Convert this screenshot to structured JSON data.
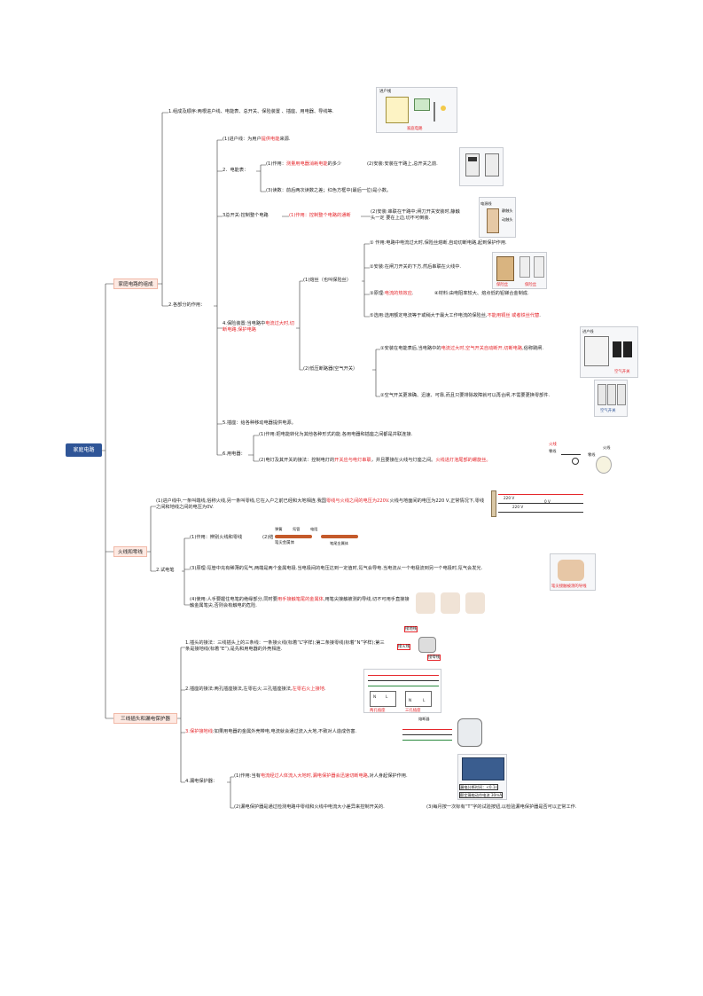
{
  "root": "家庭电路",
  "b1": {
    "title": "家庭电路的组成",
    "item1": "1.组成及顺序:两根进户线、电能表、总开关、保险装置 、插座、用电器、导线等.",
    "item2": "2.各部分的作用：",
    "p1": {
      "head": "(1)进户线：为用户",
      "red": "提供电能",
      "tail": "来源."
    },
    "p2": {
      "head": "2．电能表：",
      "a": {
        "head": "(1)作用：",
        "red": "测量用电器消耗电能",
        "tail": "的多少"
      },
      "b": "(2)安装:安装在干路上,总开关之前.",
      "c": "(3)读数：前后两次读数之差；红色方框中(最后一位)是小数。"
    },
    "p3": {
      "head": "3总开关:控制整个电路",
      "a": "(1)作用：控制整个电路的通断",
      "b": "(2)安装:串联在干路中;闸刀开关安装时,静触头一定 要在上边,切不可倒装."
    },
    "p4": {
      "head": "4.保险装置:当电路中",
      "head_red": "电流过大时,切断电路,保护电路",
      "fuse": {
        "label": "(1)熔丝（也叫保险丝）",
        "i1": "① 作用:电路中电流过大时,保险丝熔断,自动切断电路,起到保护作用.",
        "i2": "②安装:在闸刀开关的下方,然后串联在火线中.",
        "i3_head": "③原理:",
        "i3_red": "电流的热效应",
        "i3_tail": ".",
        "i4": "④材料:由电阻率较大、熔点低的铅锑合金制成.",
        "i5_head": "⑤选用:选用额定电流等于或稍大于最大工作电流的保险丝,",
        "i5_red": "不能用铜丝 或者铁丝代替",
        "i5_tail": "."
      },
      "breaker": {
        "label": "(2)低压断路器(空气开关）",
        "i1_head": "①安装在电能表后,当电路中的",
        "i1_red": "电流过大时,空气开关自动断开,切断电路",
        "i1_tail": ",俗称跳闸.",
        "i2": "②空气开关更准确、迅速、可靠,而且只要排除故障就可以再合闸,不需要更换零部件."
      }
    },
    "p5": "5.插座：给各种移动电器提供电源。",
    "p6": {
      "head": "6.用电器：",
      "a": "(1)作用:把电能转化为其他各种形式的能.各用电器和插座之间都是并联连接.",
      "b_head": "(2)电灯及其开关的接法：控制电灯的",
      "b_red1": "开关应与电灯串联",
      "b_mid": "，并且要接在火线与灯座之间。",
      "b_red2": "火线进灯泡尾部的螺旋丝。"
    }
  },
  "b2": {
    "title": "火线和零线",
    "item1_head": "(1)进户线中,一条叫端线,俗称火线,另一条叫零线,它在入户之前已经和大地相连.我国",
    "item1_red": "零线与火线之间的电压为220V",
    "item1_tail": ".火线与地面间的电压为220 V,正常情况下,零线之间和地线之间的电压为0V.",
    "pen": "2.试电笔",
    "pen1": "(1)作用：辨别火线和零线",
    "pen2": "(2)结构:",
    "pen3": "(3)原理:氖管中充有稀薄的氖气,两端是两个金属电极.当电极间的电压达到一定值时,氖气会导电.当电流从一个电极流到另一个电极时,氖气会发光.",
    "pen4_head": "(4)使用:人手要握住电笔的绝缘部分,同时要",
    "pen4_red": "用手接触笔尾的金属体",
    "pen4_tail": ",用笔尖接触被测的导线,切不可用手直接接触金属笔尖,否则会有触电的危险."
  },
  "b3": {
    "title": "三线插头和漏电保护器",
    "s1": "1.插头的接法：三线插头上的三条线：一条接火线(标着“L”字样);第二条接零线(标着“N”字样);第三条是接地线(标着“E”),是先和用电器的外壳相连.",
    "s2_head": "2.插座的接法:两孔插座接法,左零右火.三孔插座接法,",
    "s2_red": "左零右火上接地",
    "s2_tail": ".",
    "s3_red": "3.保护接地线",
    "s3_tail": ":如果用电器的金属外壳带电,电流就会通过流入大地,不致对人造成伤害.",
    "s4": "4.漏电保护器：",
    "s4a_head": "(1)作用:当有",
    "s4a_red": "电流经过人体流入大地时,漏电保护器会迅速切断电路",
    "s4a_tail": ",对人身起保护作用.",
    "s4b": "(2)漏电保护器是通过检测电路中零线和火线中电流大小差异来控制开关的.",
    "s4c": "(3)每月按一次标有“T”字的试验按钮,以检验漏电保护器是否可以正常工作."
  },
  "images": {
    "house": {
      "cap1": "进户线",
      "cap2": "家庭电路"
    },
    "meter": {},
    "switch": {
      "cap1": "电源线",
      "cap2": "静触头",
      "cap3": "动触头"
    },
    "fuse": {
      "cap1": "保险丝",
      "cap2": "保险丝"
    },
    "breaker_meter": {
      "cap1": "进户线",
      "cap2": "空气开关"
    },
    "breaker": {
      "cap1": "空气开关"
    },
    "lamp": {
      "cap1": "火线",
      "cap2": "零线",
      "cap3": "火线",
      "cap4": "零线"
    },
    "voltage": {
      "v1": "220 V",
      "v2": "220 V",
      "v3": "0 V"
    },
    "pen": {
      "cap1": "笔尖金属体",
      "cap2": "笔尾金属体",
      "lab1": "弹簧",
      "lab2": "氖管",
      "lab3": "电阻"
    },
    "pen_photo": {
      "cap1": "笔尖接触被测的导线"
    },
    "plug": {
      "cap1": "接地线",
      "cap2": "接火线",
      "cap3": "接零线"
    },
    "socket": {
      "lab1": "N",
      "lab2": "L",
      "lab3": "N",
      "lab4": "L",
      "cap1": "两孔插座",
      "cap2": "三孔插座"
    },
    "kettle": {
      "lab1": "熔断器"
    },
    "rcd": {
      "cap1": "漏电分断时间：<0.1s",
      "cap2": "额定漏电动作电流 30mA"
    }
  },
  "colors": {
    "accent_red": "#e5262b",
    "root_blue": "#2f5597",
    "branch_fill": "#fde9e2",
    "line": "#333333"
  }
}
